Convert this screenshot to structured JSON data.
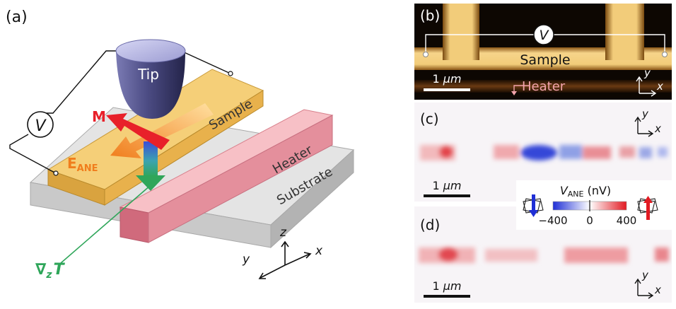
{
  "panel_a": {
    "label": "(a)",
    "tip": "Tip",
    "sample": "Sample",
    "heater": "Heater",
    "substrate": "Substrate",
    "voltmeter": "V",
    "magnetization": "M",
    "e_field": "E",
    "e_sub": "ANE",
    "gradient_nabla": "∇",
    "gradient_sub": "z",
    "gradient_T": "T",
    "axis_z": "z",
    "axis_y": "y",
    "axis_x": "x"
  },
  "panel_b": {
    "label": "(b)",
    "voltmeter": "V",
    "sample": "Sample",
    "scalebar_value": "1 ",
    "scalebar_unit": "μm",
    "heater": "Heater",
    "axis_y": "y",
    "axis_x": "x"
  },
  "panel_c": {
    "label": "(c)",
    "scalebar_value": "1 ",
    "scalebar_unit": "μm",
    "axis_y": "y",
    "axis_x": "x"
  },
  "colorbar": {
    "title_v": "V",
    "title_sub": "ANE",
    "title_unit": " (nV)",
    "tick_min": "−400",
    "tick_mid": "0",
    "tick_max": "400",
    "color_low": "#1f2fd6",
    "color_high": "#e21a22"
  },
  "panel_d": {
    "label": "(d)",
    "scalebar_value": "1 ",
    "scalebar_unit": "μm",
    "axis_y": "y",
    "axis_x": "x"
  },
  "colors": {
    "sample": "#efc263",
    "heater": "#f1a3ad",
    "substrate": "#d8d8d8",
    "tip": "#5a5a92",
    "m_arrow": "#e8202a",
    "e_arrow": "#f08a2c",
    "gradient": "#2ea75d"
  }
}
